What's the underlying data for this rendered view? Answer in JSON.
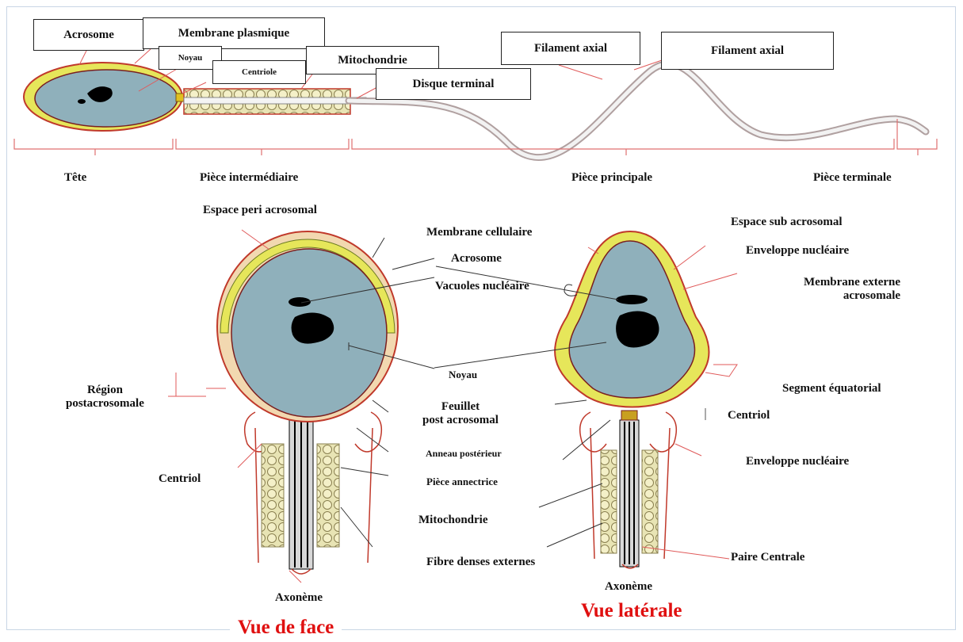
{
  "top_diagram": {
    "boxes": {
      "acrosome": "Acrosome",
      "membrane_plasmique": "Membrane plasmique",
      "noyau": "Noyau",
      "centriole": "Centriole",
      "mitochondrie": "Mitochondrie",
      "disque_terminal": "Disque terminal",
      "filament_axial_1": "Filament axial",
      "filament_axial_2": "Filament axial"
    },
    "segments": {
      "tete": "Tête",
      "piece_intermediaire": "Pièce intermédiaire",
      "piece_principale": "Pièce principale",
      "piece_terminale": "Pièce terminale"
    }
  },
  "front_view": {
    "espace_peri_acrosomal": "Espace peri acrosomal",
    "region_line1": "Région",
    "region_line2": "postacrosomale",
    "centriol": "Centriol",
    "axoneme": "Axonème",
    "title": "Vue de face"
  },
  "middle_labels": {
    "membrane_cellulaire": "Membrane cellulaire",
    "acrosome": "Acrosome",
    "vacuoles_nucleaire": "Vacuoles nucléaire",
    "noyau": "Noyau",
    "feuillet_line1": "Feuillet",
    "feuillet_line2": "post acrosomal",
    "anneau_posterieur": "Anneau postérieur",
    "piece_annectrice": "Pièce annectrice",
    "mitochondrie": "Mitochondrie",
    "fibre_denses_externes": "Fibre denses externes"
  },
  "side_view": {
    "espace_sub_acrosomal": "Espace sub acrosomal",
    "enveloppe_nucleaire_1": "Enveloppe nucléaire",
    "membrane_externe_line1": "Membrane externe",
    "membrane_externe_line2": "acrosomale",
    "segment_equatorial": "Segment équatorial",
    "centriol": "Centriol",
    "enveloppe_nucleaire_2": "Enveloppe nucléaire",
    "paire_centrale": "Paire Centrale",
    "axoneme": "Axonème",
    "title": "Vue latérale"
  },
  "colors": {
    "nucleus": "#8fb0bb",
    "acrosome": "#e6e65a",
    "membrane": "#c0392b",
    "label_line": "#e05a5a",
    "title_red": "#e01010",
    "mitochondria": "#e8e4b4"
  }
}
